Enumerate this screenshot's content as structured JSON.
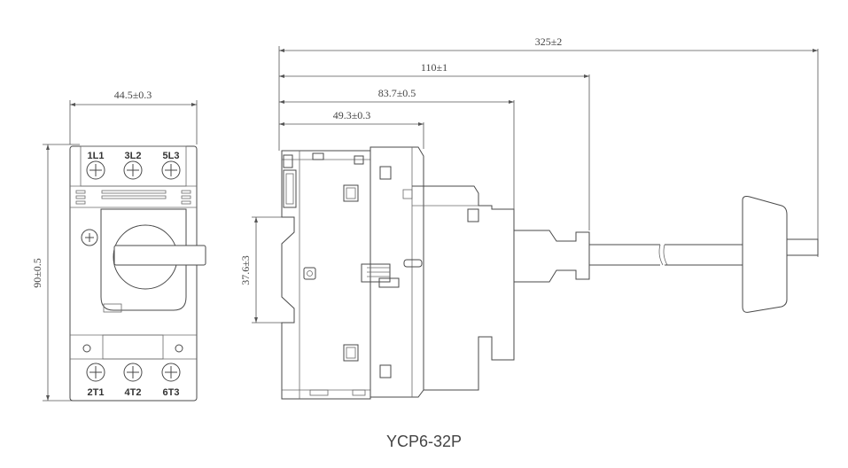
{
  "front_view": {
    "width_dim": "44.5±0.3",
    "height_dim": "90±0.5",
    "top_terminals": [
      "1L1",
      "3L2",
      "5L3"
    ],
    "bottom_terminals": [
      "2T1",
      "4T2",
      "6T3"
    ]
  },
  "side_view": {
    "total_length_dim": "325±2",
    "shaft_length_dim": "110±1",
    "body_depth_dim": "83.7±0.5",
    "front_depth_dim": "49.3±0.3",
    "rail_height_dim": "37.6±3"
  },
  "caption": "YCP6-32P"
}
